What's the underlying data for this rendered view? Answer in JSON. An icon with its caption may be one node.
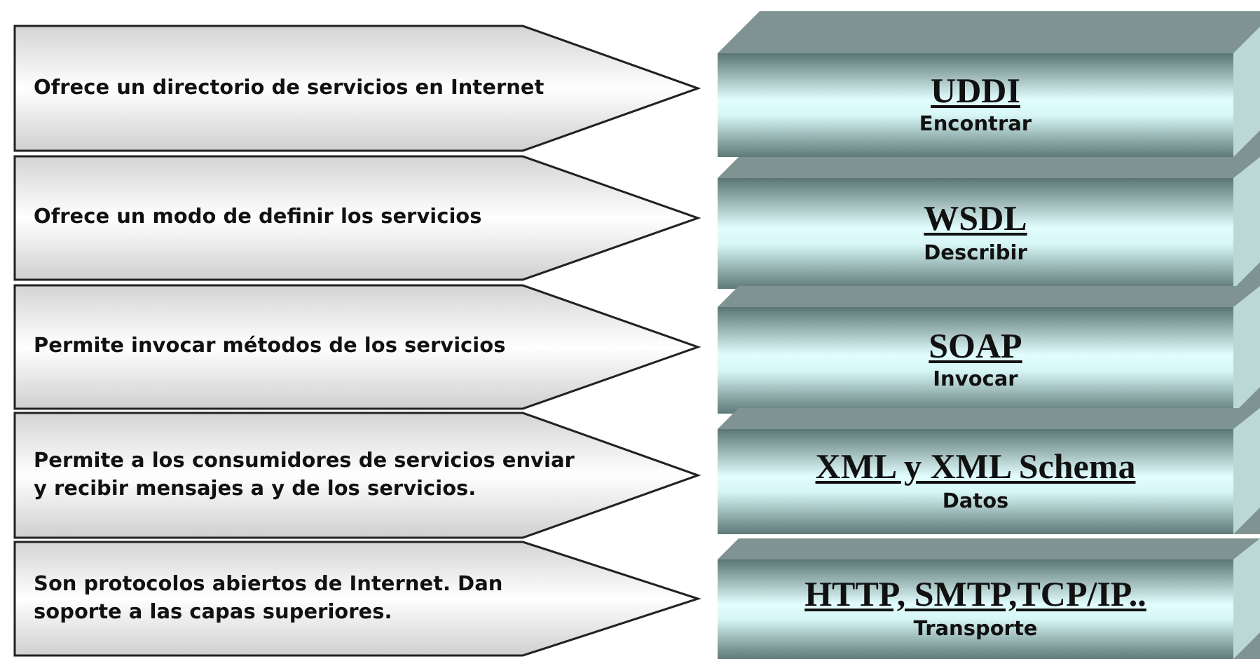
{
  "diagram": {
    "nodes": [
      {
        "text": [
          "Ofrece un directorio de servicios en Internet"
        ]
      },
      {
        "text": [
          "Ofrece un modo de definir los servicios"
        ]
      },
      {
        "text": [
          "Permite invocar métodos de los servicios"
        ]
      },
      {
        "text": [
          "Permite a los consumidores de servicios enviar y recibir mensajes a y de los servicios."
        ]
      },
      {
        "text": [
          "Son protocolos abiertos de Internet. Dan soporte a las capas superiores."
        ]
      },
      {
        "text": [
          "UDDI",
          "Encontrar"
        ]
      },
      {
        "text": [
          "WSDL",
          "Describir"
        ]
      },
      {
        "text": [
          "SOAP",
          "Invocar"
        ]
      },
      {
        "text": [
          "XML y XML Schema",
          "Datos"
        ]
      },
      {
        "text": [
          "HTTP, SMTP,TCP/IP..",
          "Transporte"
        ]
      }
    ]
  }
}
